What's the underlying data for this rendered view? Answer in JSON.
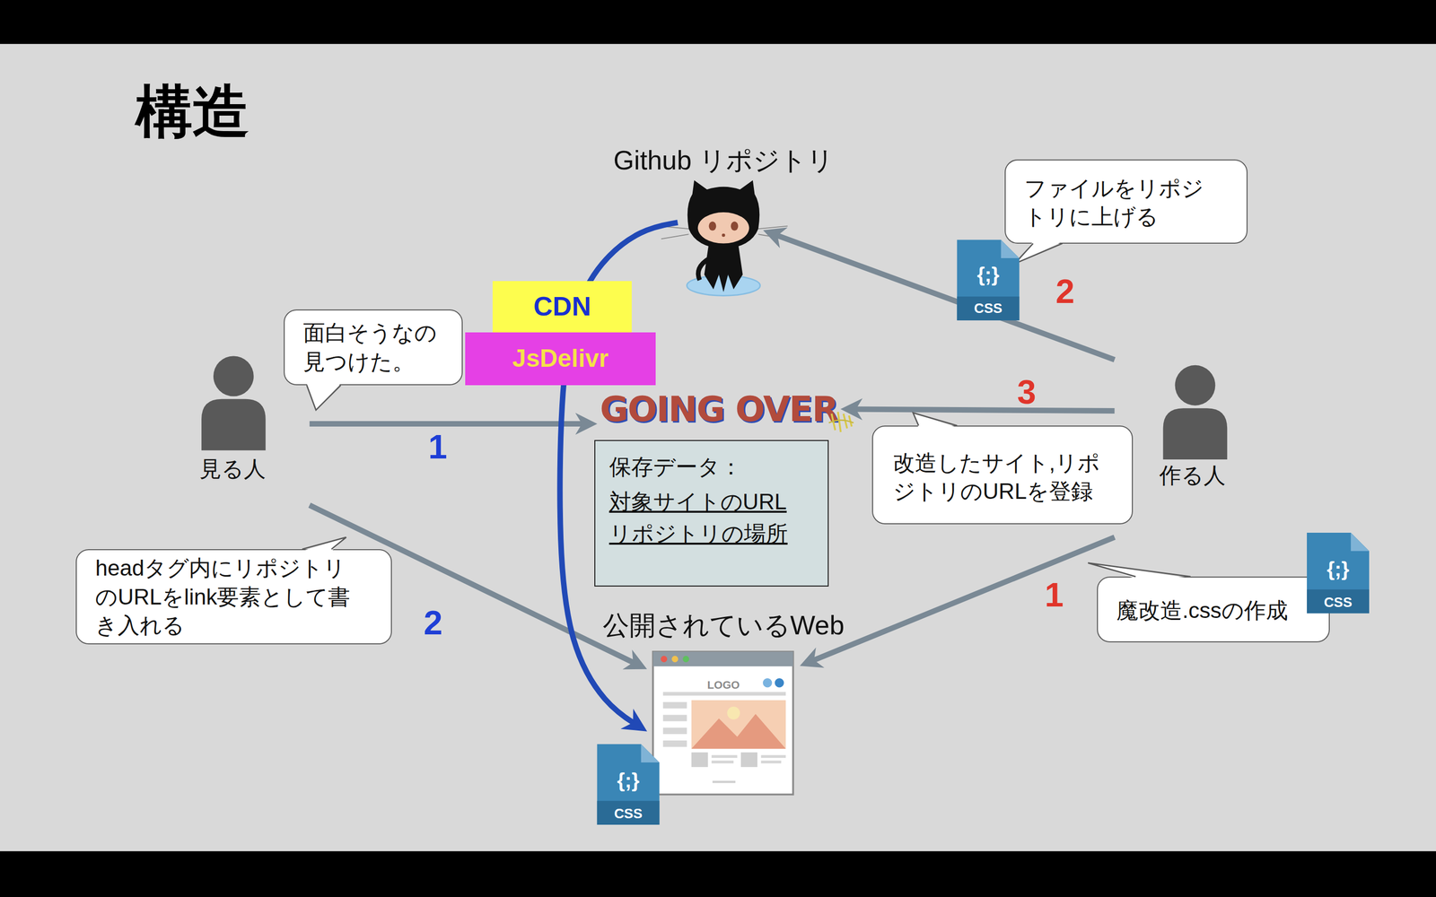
{
  "diagram": {
    "title": "構造",
    "nodes": [
      {
        "text": [
          "Github リポジトリ"
        ]
      },
      {
        "text": [
          "ファイルをリポジ トリに上げる"
        ]
      },
      {
        "text": [
          "CDN"
        ]
      },
      {
        "text": [
          "JsDelivr"
        ]
      },
      {
        "text": [
          "面白そうなの 見つけた。"
        ]
      },
      {
        "text": [
          "見る人"
        ]
      },
      {
        "text": [
          "GOING OVER"
        ]
      },
      {
        "text": [
          "改造したサイト,リポ ジトリのURLを登録"
        ]
      },
      {
        "text": [
          "作る人"
        ]
      },
      {
        "text": [
          "保存データ：",
          "対象サイトのURL",
          "リポジトリの場所"
        ]
      },
      {
        "text": [
          "headタグ内にリポジトリ のURLをlink要素として書 き入れる"
        ]
      },
      {
        "text": [
          "公開されているWeb"
        ]
      },
      {
        "text": [
          "魔改造.cssの作成"
        ]
      }
    ],
    "edges": [
      {
        "from": 5,
        "to": 6,
        "arrow": "to",
        "label": "1"
      },
      {
        "from": 5,
        "to": 11,
        "arrow": "to",
        "label": "2"
      },
      {
        "from": 8,
        "to": 0,
        "arrow": "to",
        "label": "2"
      },
      {
        "from": 8,
        "to": 6,
        "arrow": "to",
        "label": "3"
      },
      {
        "from": 8,
        "to": 11,
        "arrow": "to",
        "label": "1"
      },
      {
        "from": 0,
        "to": 11,
        "arrow": "to"
      }
    ],
    "labels": [
      "{;}",
      "CSS",
      "{;}",
      "CSS",
      "{;}",
      "CSS",
      "LOGO"
    ]
  }
}
